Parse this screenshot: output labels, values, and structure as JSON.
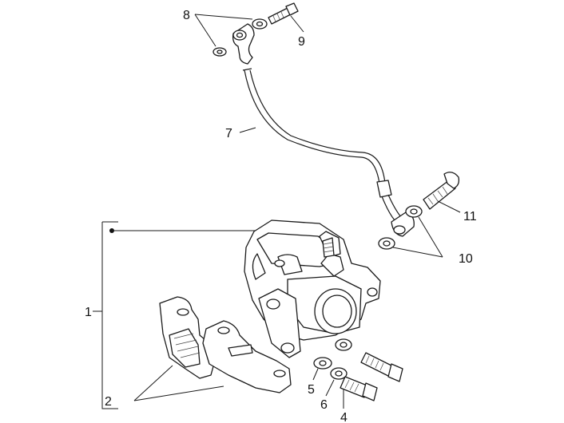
{
  "callouts": {
    "c1": "1",
    "c2": "2",
    "c4": "4",
    "c5": "5",
    "c6": "6",
    "c7": "7",
    "c8": "8",
    "c9": "9",
    "c10": "10",
    "c11": "11"
  }
}
